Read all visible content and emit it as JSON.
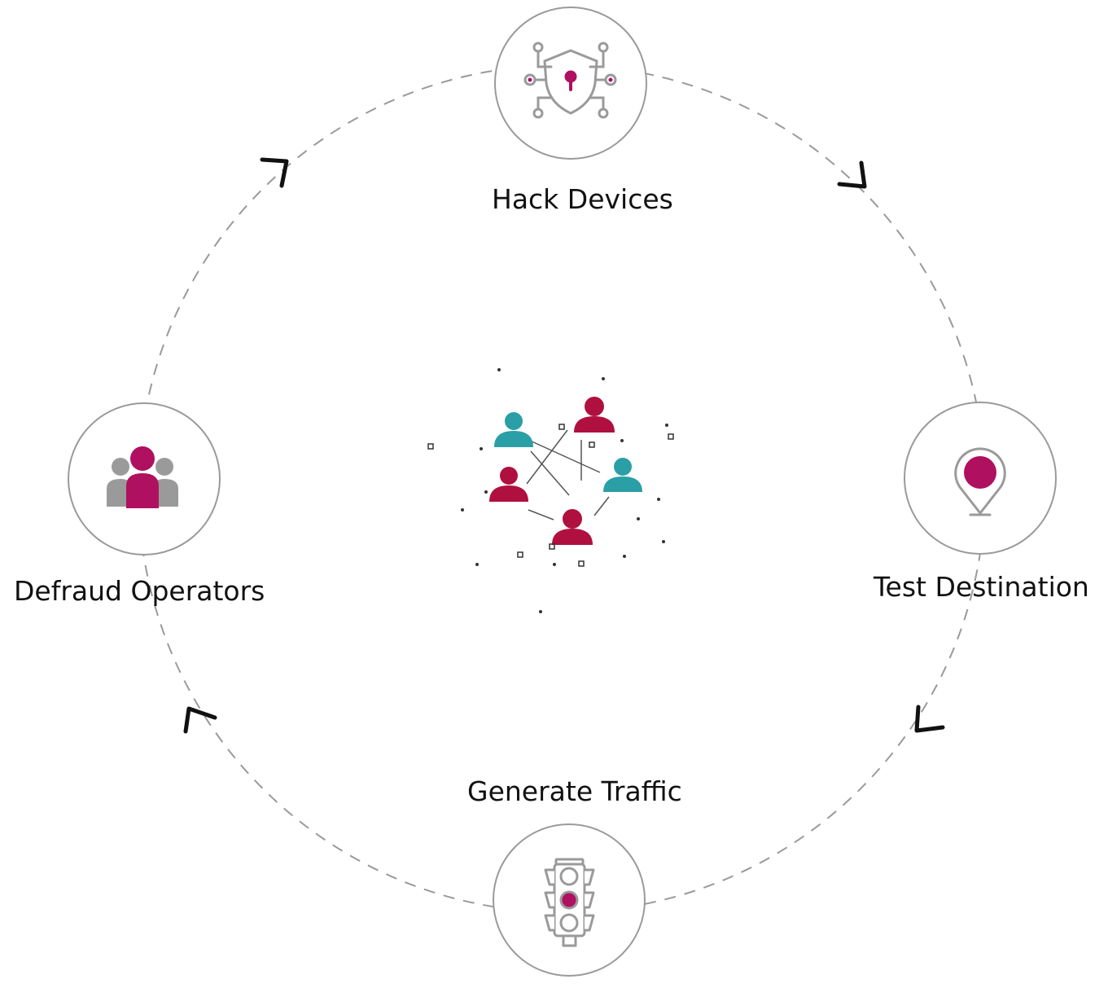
{
  "diagram": {
    "nodes": [
      {
        "id": "hack",
        "label": "Hack Devices",
        "icon": "shield-circuit-icon"
      },
      {
        "id": "test",
        "label": "Test Destination",
        "icon": "location-pin-icon"
      },
      {
        "id": "traffic",
        "label": "Generate Traffic",
        "icon": "traffic-light-icon"
      },
      {
        "id": "defraud",
        "label": "Defraud Operators",
        "icon": "people-group-icon"
      }
    ],
    "center_icon": "bot-network-icon",
    "flow": "clockwise",
    "colors": {
      "accent": "#b01060",
      "teal": "#2a9fa6",
      "crimson": "#b0103f",
      "gray": "#9a9a9a",
      "dash": "#9a9a9a",
      "arrow": "#111111",
      "text": "#111111"
    }
  }
}
